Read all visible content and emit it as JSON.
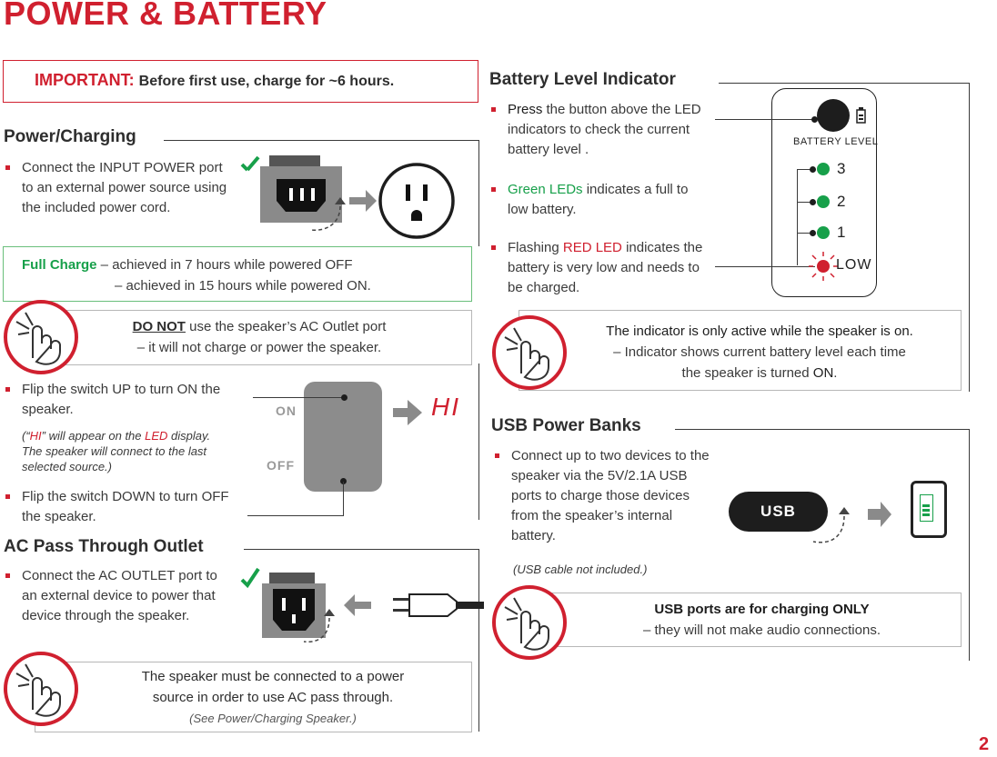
{
  "page": {
    "title": "POWER & BATTERY",
    "page_number": "2"
  },
  "important": {
    "label": "IMPORTANT:",
    "text": "Before first use, charge for ~6 hours."
  },
  "power_charging": {
    "heading": "Power/Charging",
    "bullet1": {
      "a": "Connect the ",
      "b": "INPUT POWER",
      "c": " port to an external power source using the included power cord."
    },
    "full_charge": {
      "label": "Full Charge",
      "line1": " – achieved in 7 hours while powered OFF",
      "line2": "– achieved in 15 hours while powered ON."
    },
    "outlet_note": {
      "strong": "DO NOT",
      "rest": " use the speaker’s AC Outlet port",
      "line2": "– it will not charge or power the speaker."
    },
    "flip_up": {
      "a": "Flip the switch ",
      "b": "UP",
      "c": " to turn ",
      "d": "ON",
      "e": " the speaker."
    },
    "hi_note": {
      "a": "(“",
      "hi": "HI",
      "b": "” will appear on the ",
      "led": "LED",
      "c": " display. The speaker will connect to the last selected source.)"
    },
    "flip_down": {
      "a": "Flip the switch ",
      "b": "DOWN",
      "c": " to turn ",
      "d": "OFF",
      "e": " the speaker."
    },
    "switch": {
      "on": "ON",
      "off": "OFF"
    },
    "display": "HI"
  },
  "ac_pass": {
    "heading": "AC Pass Through Outlet",
    "bullet": {
      "a": "Connect the ",
      "b": "AC OUTLET",
      "c": " port to an external device to power that device through the speaker."
    },
    "note": {
      "line1": "The speaker must be connected to a power",
      "line2": "source in order to use AC pass through.",
      "line3": "(See Power/Charging Speaker.)"
    }
  },
  "battery": {
    "heading": "Battery Level Indicator",
    "b1": {
      "a": "Press",
      "b": " the button above the LED indicators to check the current battery level ."
    },
    "b2": {
      "a": "Green LEDs",
      "b": " indicates a full to low battery."
    },
    "b3": {
      "a": "Flashing ",
      "b": "RED LED",
      "c": " indicates the battery is very low and needs to be charged."
    },
    "panel": {
      "label": "BATTERY LEVEL",
      "l3": "3",
      "l2": "2",
      "l1": "1",
      "low": "LOW"
    },
    "note": {
      "line1": "The indicator is only active while the speaker is on.",
      "line2a": "– Indicator shows current battery level each time",
      "line2b": "the speaker is turned ",
      "on": "ON",
      "end": "."
    }
  },
  "usb": {
    "heading": "USB Power Banks",
    "bullet": "Connect up to two devices to the speaker via the 5V/2.1A USB ports to charge those devices from the speaker’s internal battery.",
    "cable_note": "(USB cable not included.)",
    "port_label": "USB",
    "note": {
      "line1": "USB ports are for charging ONLY",
      "line2": "– they will not make audio connections."
    }
  },
  "colors": {
    "accent_red": "#d0202f",
    "green": "#17a04a",
    "text": "#3a3a3a"
  }
}
